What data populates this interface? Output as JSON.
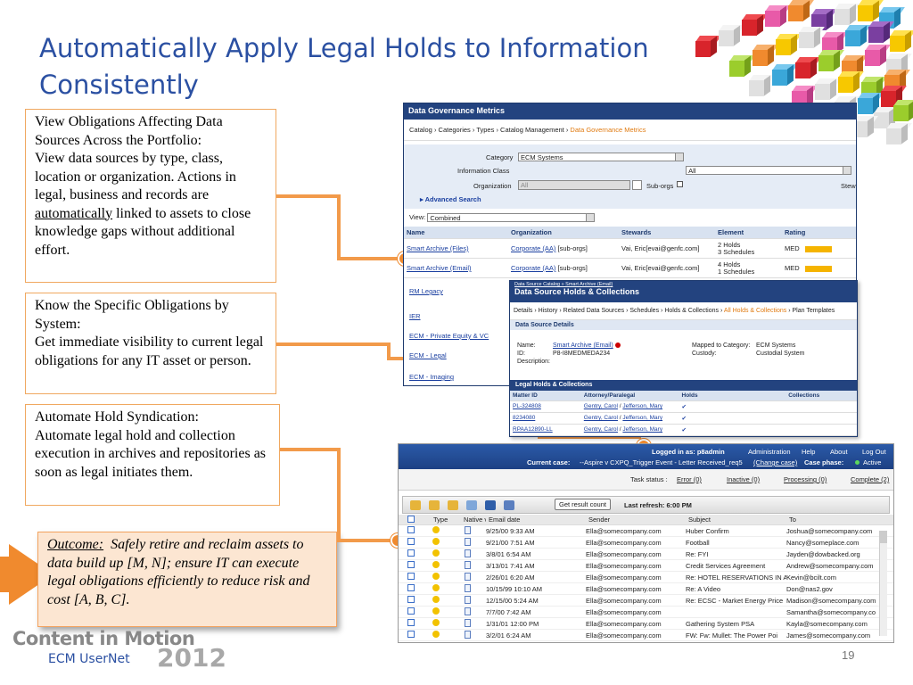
{
  "slide": {
    "title": "Automatically Apply Legal Holds to Information Consistently",
    "page_number": "19",
    "logo": {
      "line1": "Content in Motion",
      "line2": "ECM UserNet",
      "year": "2012"
    },
    "accent_color": "#f08a2e",
    "title_color": "#2b50a2"
  },
  "callouts": [
    {
      "heading": "View Obligations Affecting Data Sources Across the Portfolio:",
      "body_before": "View data sources by type, class, location or organization. Actions in legal, business and records are ",
      "emphasis": "automatically",
      "body_after": " linked to assets to close knowledge gaps without additional effort."
    },
    {
      "heading": "Know the Specific Obligations by System:",
      "body": "Get immediate visibility to current legal obligations for any IT asset or person."
    },
    {
      "heading": "Automate Hold Syndication:",
      "body": "Automate legal hold and collection execution in archives and repositories as soon as legal initiates them."
    }
  ],
  "outcome": {
    "label": "Outcome:",
    "text": "Safely retire and reclaim assets to data build up [M, N]; ensure IT can execute legal obligations efficiently to reduce risk and cost [A, B, C]."
  },
  "governance": {
    "title": "Data Governance Metrics",
    "breadcrumb": [
      "Catalog",
      "Categories",
      "Types",
      "Catalog Management",
      "Data Governance Metrics"
    ],
    "category_label": "Category",
    "category_value": "ECM Systems",
    "info_class_label": "Information Class",
    "info_class_value": "All",
    "org_label": "Organization",
    "org_value": "All",
    "suborgs_label": "Sub-orgs",
    "stew_label": "Stew",
    "advanced_search": "Advanced Search",
    "view_label": "View:",
    "view_value": "Combined",
    "columns": [
      "Name",
      "Organization",
      "Stewards",
      "Element",
      "Rating"
    ],
    "rows": [
      {
        "name": "Smart Archive (Files)",
        "org": "Corporate (AA)",
        "org_suffix": " [sub-orgs]",
        "steward": "Vai, Eric[evai@genfc.com]",
        "element": "2 Holds\n3 Schedules",
        "rating": "MED"
      },
      {
        "name": "Smart Archive (Email)",
        "org": "Corporate (AA)",
        "org_suffix": " [sub-orgs]",
        "steward": "Vai, Eric[evai@genfc.com]",
        "element": "4 Holds\n1 Schedules",
        "rating": "MED"
      }
    ],
    "more_names": [
      "RM Legacy",
      "IER",
      "ECM - Private Equity & VC",
      "ECM - Legal",
      "ECM - Imaging"
    ]
  },
  "holds": {
    "crumb": "Data Source Catalog » Smart Archive (Email)",
    "title": "Data Source Holds & Collections",
    "tabs": [
      "Details",
      "History",
      "Related Data Sources",
      "Schedules",
      "Holds & Collections",
      "All Holds & Collections",
      "Plan Templates"
    ],
    "details_header": "Data Source Details",
    "name_label": "Name:",
    "name_value": "Smart Archive (Email)",
    "id_label": "ID:",
    "id_value": "P8-I8MEDMEDA234",
    "desc_label": "Description:",
    "mapped_label": "Mapped to Category:",
    "mapped_value": "ECM Systems",
    "custody_label": "Custody:",
    "custody_value": "Custodial System",
    "legal_header": "Legal Holds & Collections",
    "columns": [
      "Matter ID",
      "Attorney/Paralegal",
      "Holds",
      "Collections"
    ],
    "rows": [
      {
        "matter": "PL-324808",
        "attorney": "Gentry, Carol",
        "paralegal": "Jefferson, Mary"
      },
      {
        "matter": "8234080",
        "attorney": "Gentry, Carol",
        "paralegal": "Jefferson, Mary"
      },
      {
        "matter": "RPAA12890-LL",
        "attorney": "Gentry, Carol",
        "paralegal": "Jefferson, Mary"
      }
    ]
  },
  "mail": {
    "logged_in": "Logged in as: p8admin",
    "nav": [
      "Administration",
      "Help",
      "About",
      "Log Out"
    ],
    "current_case_label": "Current case:",
    "current_case_value": "--Aspire v CXPQ_Trigger Event - Letter Received_req5",
    "change_case": "(Change case)",
    "case_phase_label": "Case phase:",
    "case_phase_value": "Active",
    "task_status_label": "Task status :",
    "statuses": [
      "Error (0)",
      "Inactive (0)",
      "Processing (0)",
      "Complete (2)"
    ],
    "get_result": "Get result count",
    "last_refresh": "Last refresh: 6:00 PM",
    "columns": [
      "Type",
      "Native v",
      "Email date",
      "Sender",
      "Subject",
      "To"
    ],
    "rows": [
      {
        "date": "9/25/00 9:33 AM",
        "sender": "Ella@somecompany.com",
        "subject": "Huber Confirm",
        "to": "Joshua@somecompany.com"
      },
      {
        "date": "9/21/00 7:51 AM",
        "sender": "Ella@somecompany.com",
        "subject": "Football",
        "to": "Nancy@someplace.com"
      },
      {
        "date": "3/8/01 6:54 AM",
        "sender": "Ella@somecompany.com",
        "subject": "Re: FYI",
        "to": "Jayden@dowbacked.org"
      },
      {
        "date": "3/13/01 7:41 AM",
        "sender": "Ella@somecompany.com",
        "subject": "Credit Services Agreement",
        "to": "Andrew@somecompany.com"
      },
      {
        "date": "2/26/01 6:20 AM",
        "sender": "Ella@somecompany.com",
        "subject": "Re: HOTEL RESERVATIONS IN A",
        "to": "Kevin@bcilt.com"
      },
      {
        "date": "10/15/99 10:10 AM",
        "sender": "Ella@somecompany.com",
        "subject": "Re: A Video",
        "to": "Don@nas2.gov"
      },
      {
        "date": "12/15/00 5:24 AM",
        "sender": "Ella@somecompany.com",
        "subject": "Re: ECSC - Market Energy Price",
        "to": "Madison@somecompany.com"
      },
      {
        "date": "7/7/00 7:42 AM",
        "sender": "Ella@somecompany.com",
        "subject": "",
        "to": "Samantha@somecompany.com"
      },
      {
        "date": "1/31/01 12:00 PM",
        "sender": "Ella@somecompany.com",
        "subject": "Gathering System PSA",
        "to": "Kayla@somecompany.com"
      },
      {
        "date": "3/2/01 6:24 AM",
        "sender": "Ella@somecompany.com",
        "subject": "FW: Fw: Mullet: The Power Poi",
        "to": "James@somecompany.com"
      }
    ]
  }
}
